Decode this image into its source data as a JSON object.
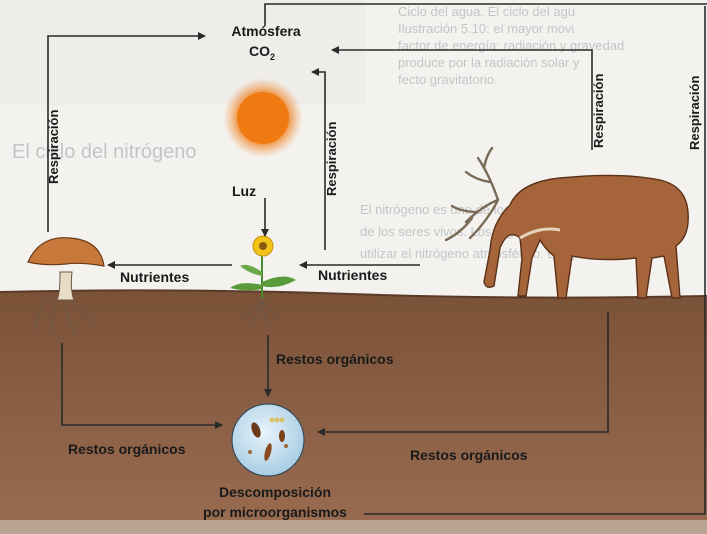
{
  "diagram": {
    "atmosphere_line1": "Atmósfera",
    "atmosphere_line2": "CO",
    "atmosphere_sub": "2",
    "light": "Luz",
    "respiration_left": "Respiración",
    "respiration_center": "Respiración",
    "respiration_right_1": "Respiración",
    "respiration_right_2": "Respiración",
    "nutrients_left": "Nutrientes",
    "nutrients_right": "Nutrientes",
    "remains_center": "Restos orgánicos",
    "remains_left": "Restos orgánicos",
    "remains_right": "Restos orgánicos",
    "decomposition_line1": "Descomposición",
    "decomposition_line2": "por microorganismos"
  },
  "background_text": {
    "top_right_lines": [
      "Ciclo del agua. El ciclo del agu",
      "Ilustración 5.10: el mayor movi",
      "factor de energía: radiación y gravedad",
      "produce por la radiación solar y",
      "fecto gravitatorio."
    ],
    "heading": "El ciclo del nitrógeno",
    "body_lines": [
      "El nitrógeno es uno de los componentes principales",
      "de los seres vivos. Los organismos muy pocos pueden",
      "utilizar el nitrógeno atmosférico. Las plantas"
    ]
  },
  "colors": {
    "sky": "#f4f2ee",
    "soil": "#8a5f45",
    "sun": "#f07a12",
    "arrow": "#2a2a2a"
  }
}
